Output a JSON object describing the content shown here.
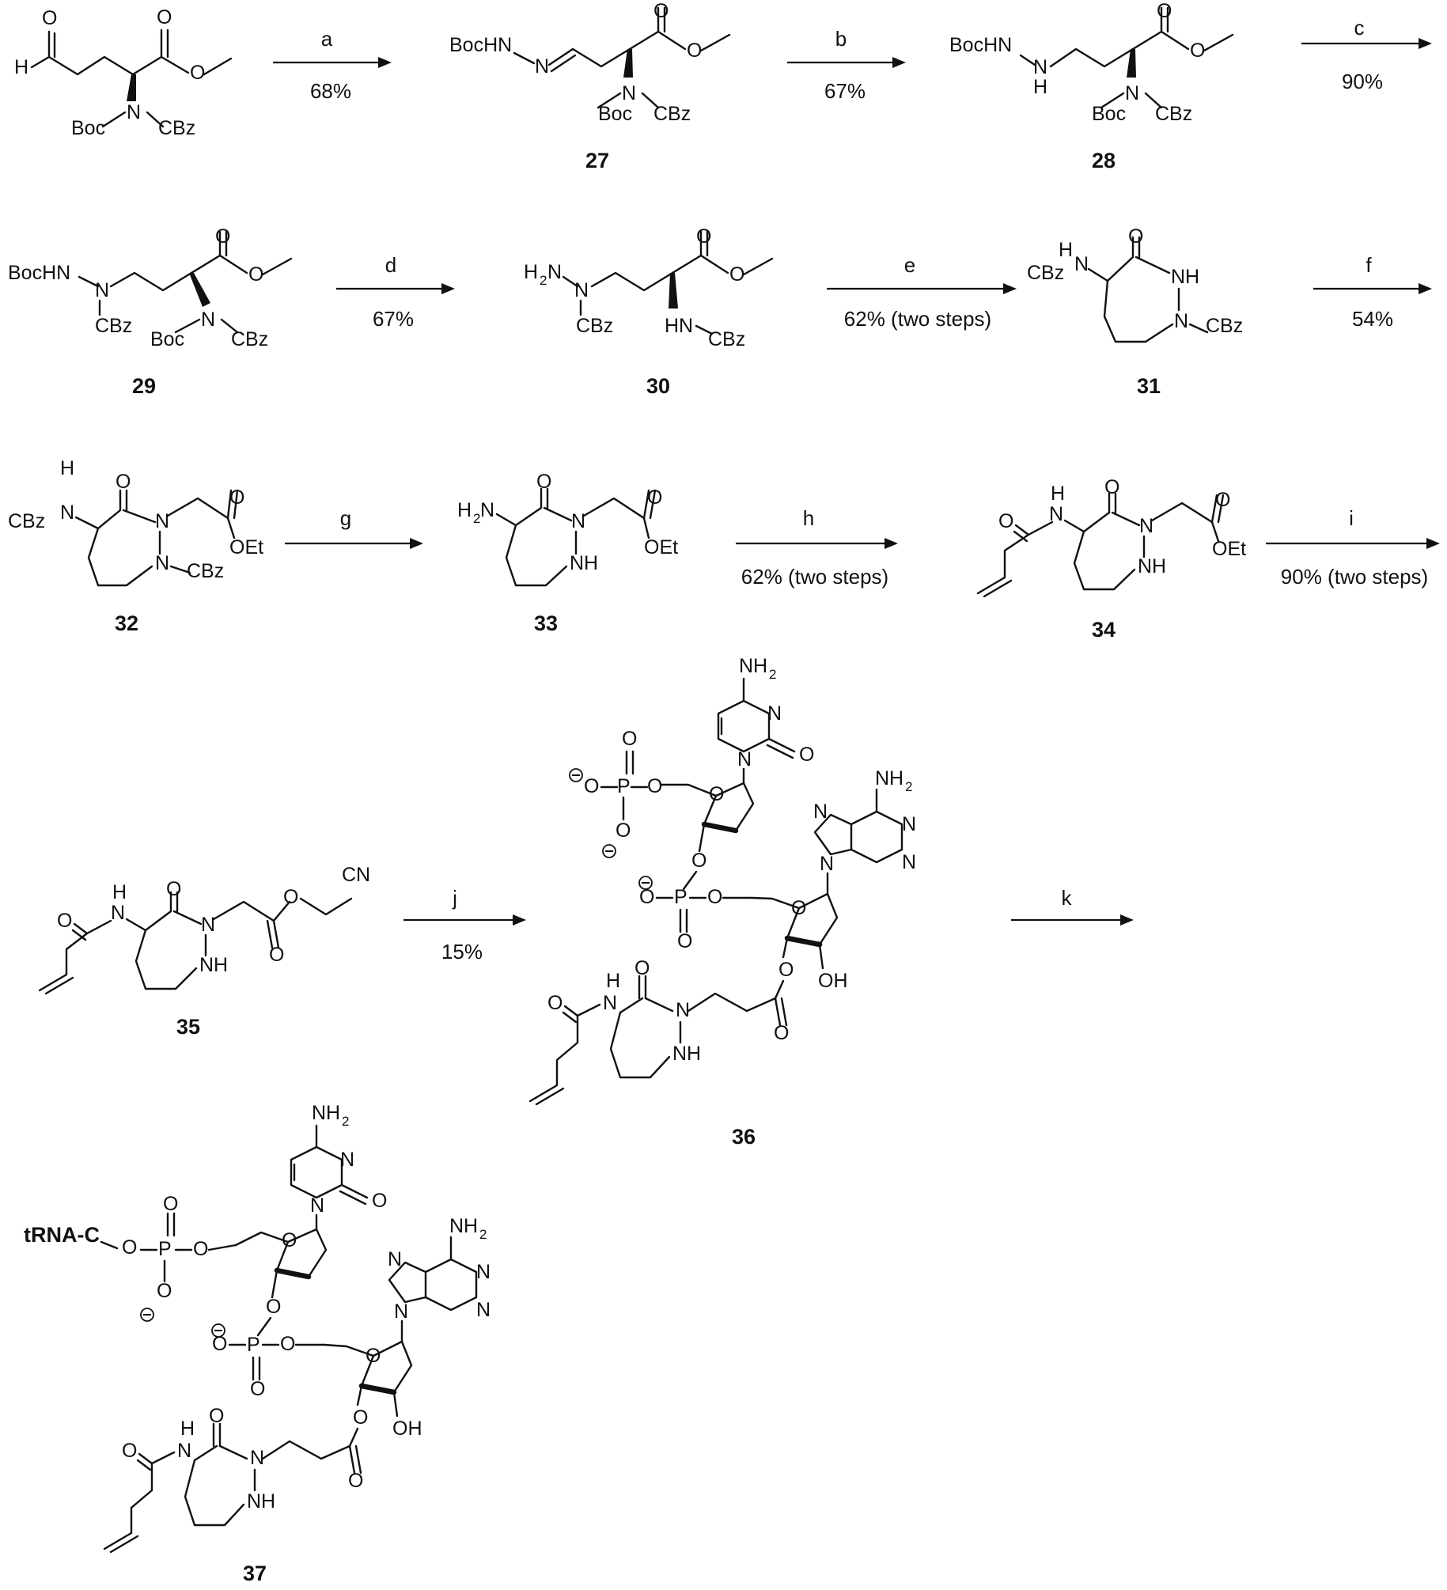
{
  "steps": [
    {
      "letter": "a",
      "yield": "68%"
    },
    {
      "letter": "b",
      "yield": "67%"
    },
    {
      "letter": "c",
      "yield": "90%"
    },
    {
      "letter": "d",
      "yield": "67%"
    },
    {
      "letter": "e",
      "yield": "62% (two steps)"
    },
    {
      "letter": "f",
      "yield": "54%"
    },
    {
      "letter": "g",
      "yield": ""
    },
    {
      "letter": "h",
      "yield": "62% (two steps)"
    },
    {
      "letter": "i",
      "yield": "90% (two steps)"
    },
    {
      "letter": "j",
      "yield": "15%"
    },
    {
      "letter": "k",
      "yield": ""
    }
  ],
  "compounds": [
    "27",
    "28",
    "29",
    "30",
    "31",
    "32",
    "33",
    "34",
    "35",
    "36",
    "37"
  ],
  "text": {
    "boc": "Boc",
    "cbz": "CBz",
    "bochn": "BocHN",
    "bochnn": "BocHN",
    "n": "N",
    "h": "H",
    "nh": "NH",
    "hn": "HN",
    "o": "O",
    "p": "P",
    "oet": "OEt",
    "oh": "OH",
    "cn": "CN",
    "h2n": "H",
    "nh2": "NH",
    "two": "2",
    "trna": "tRNA-C",
    "minus": "−"
  }
}
